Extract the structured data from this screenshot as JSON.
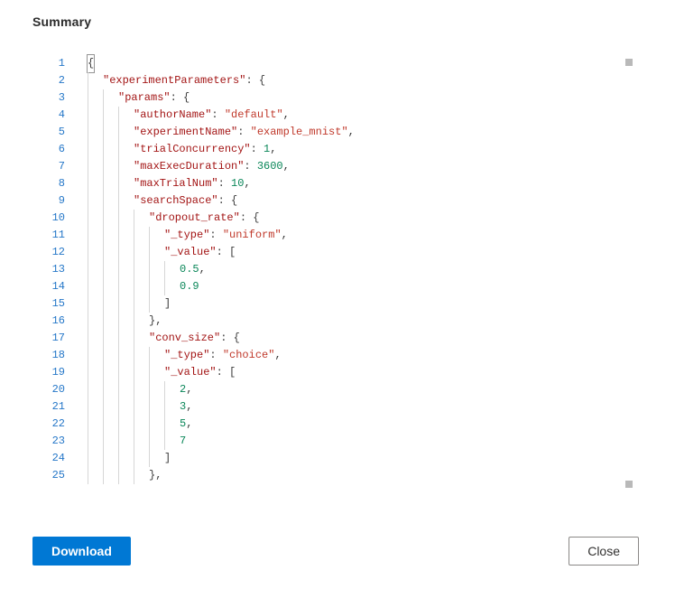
{
  "title": "Summary",
  "buttons": {
    "download": "Download",
    "close": "Close"
  },
  "colors": {
    "accent": "#0078d4",
    "key": "#a31515",
    "value": "#c0392b",
    "number": "#098658",
    "punct": "#3c3c3c",
    "lineNumber": "#2577c8",
    "guide": "#d6d6d6"
  },
  "editor": {
    "language": "json",
    "lines": [
      {
        "n": "1",
        "indent": 0,
        "cursor": true,
        "tokens": [
          {
            "c": "p",
            "t": "{"
          }
        ]
      },
      {
        "n": "2",
        "indent": 1,
        "tokens": [
          {
            "c": "key",
            "t": "\"experimentParameters\""
          },
          {
            "c": "p",
            "t": ": {"
          }
        ]
      },
      {
        "n": "3",
        "indent": 2,
        "tokens": [
          {
            "c": "key",
            "t": "\"params\""
          },
          {
            "c": "p",
            "t": ": {"
          }
        ]
      },
      {
        "n": "4",
        "indent": 3,
        "tokens": [
          {
            "c": "key",
            "t": "\"authorName\""
          },
          {
            "c": "p",
            "t": ": "
          },
          {
            "c": "val",
            "t": "\"default\""
          },
          {
            "c": "p",
            "t": ","
          }
        ]
      },
      {
        "n": "5",
        "indent": 3,
        "tokens": [
          {
            "c": "key",
            "t": "\"experimentName\""
          },
          {
            "c": "p",
            "t": ": "
          },
          {
            "c": "val",
            "t": "\"example_mnist\""
          },
          {
            "c": "p",
            "t": ","
          }
        ]
      },
      {
        "n": "6",
        "indent": 3,
        "tokens": [
          {
            "c": "key",
            "t": "\"trialConcurrency\""
          },
          {
            "c": "p",
            "t": ": "
          },
          {
            "c": "num",
            "t": "1"
          },
          {
            "c": "p",
            "t": ","
          }
        ]
      },
      {
        "n": "7",
        "indent": 3,
        "tokens": [
          {
            "c": "key",
            "t": "\"maxExecDuration\""
          },
          {
            "c": "p",
            "t": ": "
          },
          {
            "c": "num",
            "t": "3600"
          },
          {
            "c": "p",
            "t": ","
          }
        ]
      },
      {
        "n": "8",
        "indent": 3,
        "tokens": [
          {
            "c": "key",
            "t": "\"maxTrialNum\""
          },
          {
            "c": "p",
            "t": ": "
          },
          {
            "c": "num",
            "t": "10"
          },
          {
            "c": "p",
            "t": ","
          }
        ]
      },
      {
        "n": "9",
        "indent": 3,
        "tokens": [
          {
            "c": "key",
            "t": "\"searchSpace\""
          },
          {
            "c": "p",
            "t": ": {"
          }
        ]
      },
      {
        "n": "10",
        "indent": 4,
        "tokens": [
          {
            "c": "key",
            "t": "\"dropout_rate\""
          },
          {
            "c": "p",
            "t": ": {"
          }
        ]
      },
      {
        "n": "11",
        "indent": 5,
        "tokens": [
          {
            "c": "key",
            "t": "\"_type\""
          },
          {
            "c": "p",
            "t": ": "
          },
          {
            "c": "val",
            "t": "\"uniform\""
          },
          {
            "c": "p",
            "t": ","
          }
        ]
      },
      {
        "n": "12",
        "indent": 5,
        "tokens": [
          {
            "c": "key",
            "t": "\"_value\""
          },
          {
            "c": "p",
            "t": ": ["
          }
        ]
      },
      {
        "n": "13",
        "indent": 6,
        "tokens": [
          {
            "c": "num",
            "t": "0.5"
          },
          {
            "c": "p",
            "t": ","
          }
        ]
      },
      {
        "n": "14",
        "indent": 6,
        "tokens": [
          {
            "c": "num",
            "t": "0.9"
          }
        ]
      },
      {
        "n": "15",
        "indent": 5,
        "tokens": [
          {
            "c": "p",
            "t": "]"
          }
        ]
      },
      {
        "n": "16",
        "indent": 4,
        "tokens": [
          {
            "c": "p",
            "t": "},"
          }
        ]
      },
      {
        "n": "17",
        "indent": 4,
        "tokens": [
          {
            "c": "key",
            "t": "\"conv_size\""
          },
          {
            "c": "p",
            "t": ": {"
          }
        ]
      },
      {
        "n": "18",
        "indent": 5,
        "tokens": [
          {
            "c": "key",
            "t": "\"_type\""
          },
          {
            "c": "p",
            "t": ": "
          },
          {
            "c": "val",
            "t": "\"choice\""
          },
          {
            "c": "p",
            "t": ","
          }
        ]
      },
      {
        "n": "19",
        "indent": 5,
        "tokens": [
          {
            "c": "key",
            "t": "\"_value\""
          },
          {
            "c": "p",
            "t": ": ["
          }
        ]
      },
      {
        "n": "20",
        "indent": 6,
        "tokens": [
          {
            "c": "num",
            "t": "2"
          },
          {
            "c": "p",
            "t": ","
          }
        ]
      },
      {
        "n": "21",
        "indent": 6,
        "tokens": [
          {
            "c": "num",
            "t": "3"
          },
          {
            "c": "p",
            "t": ","
          }
        ]
      },
      {
        "n": "22",
        "indent": 6,
        "tokens": [
          {
            "c": "num",
            "t": "5"
          },
          {
            "c": "p",
            "t": ","
          }
        ]
      },
      {
        "n": "23",
        "indent": 6,
        "tokens": [
          {
            "c": "num",
            "t": "7"
          }
        ]
      },
      {
        "n": "24",
        "indent": 5,
        "tokens": [
          {
            "c": "p",
            "t": "]"
          }
        ]
      },
      {
        "n": "25",
        "indent": 4,
        "tokens": [
          {
            "c": "p",
            "t": "},"
          }
        ]
      }
    ]
  }
}
